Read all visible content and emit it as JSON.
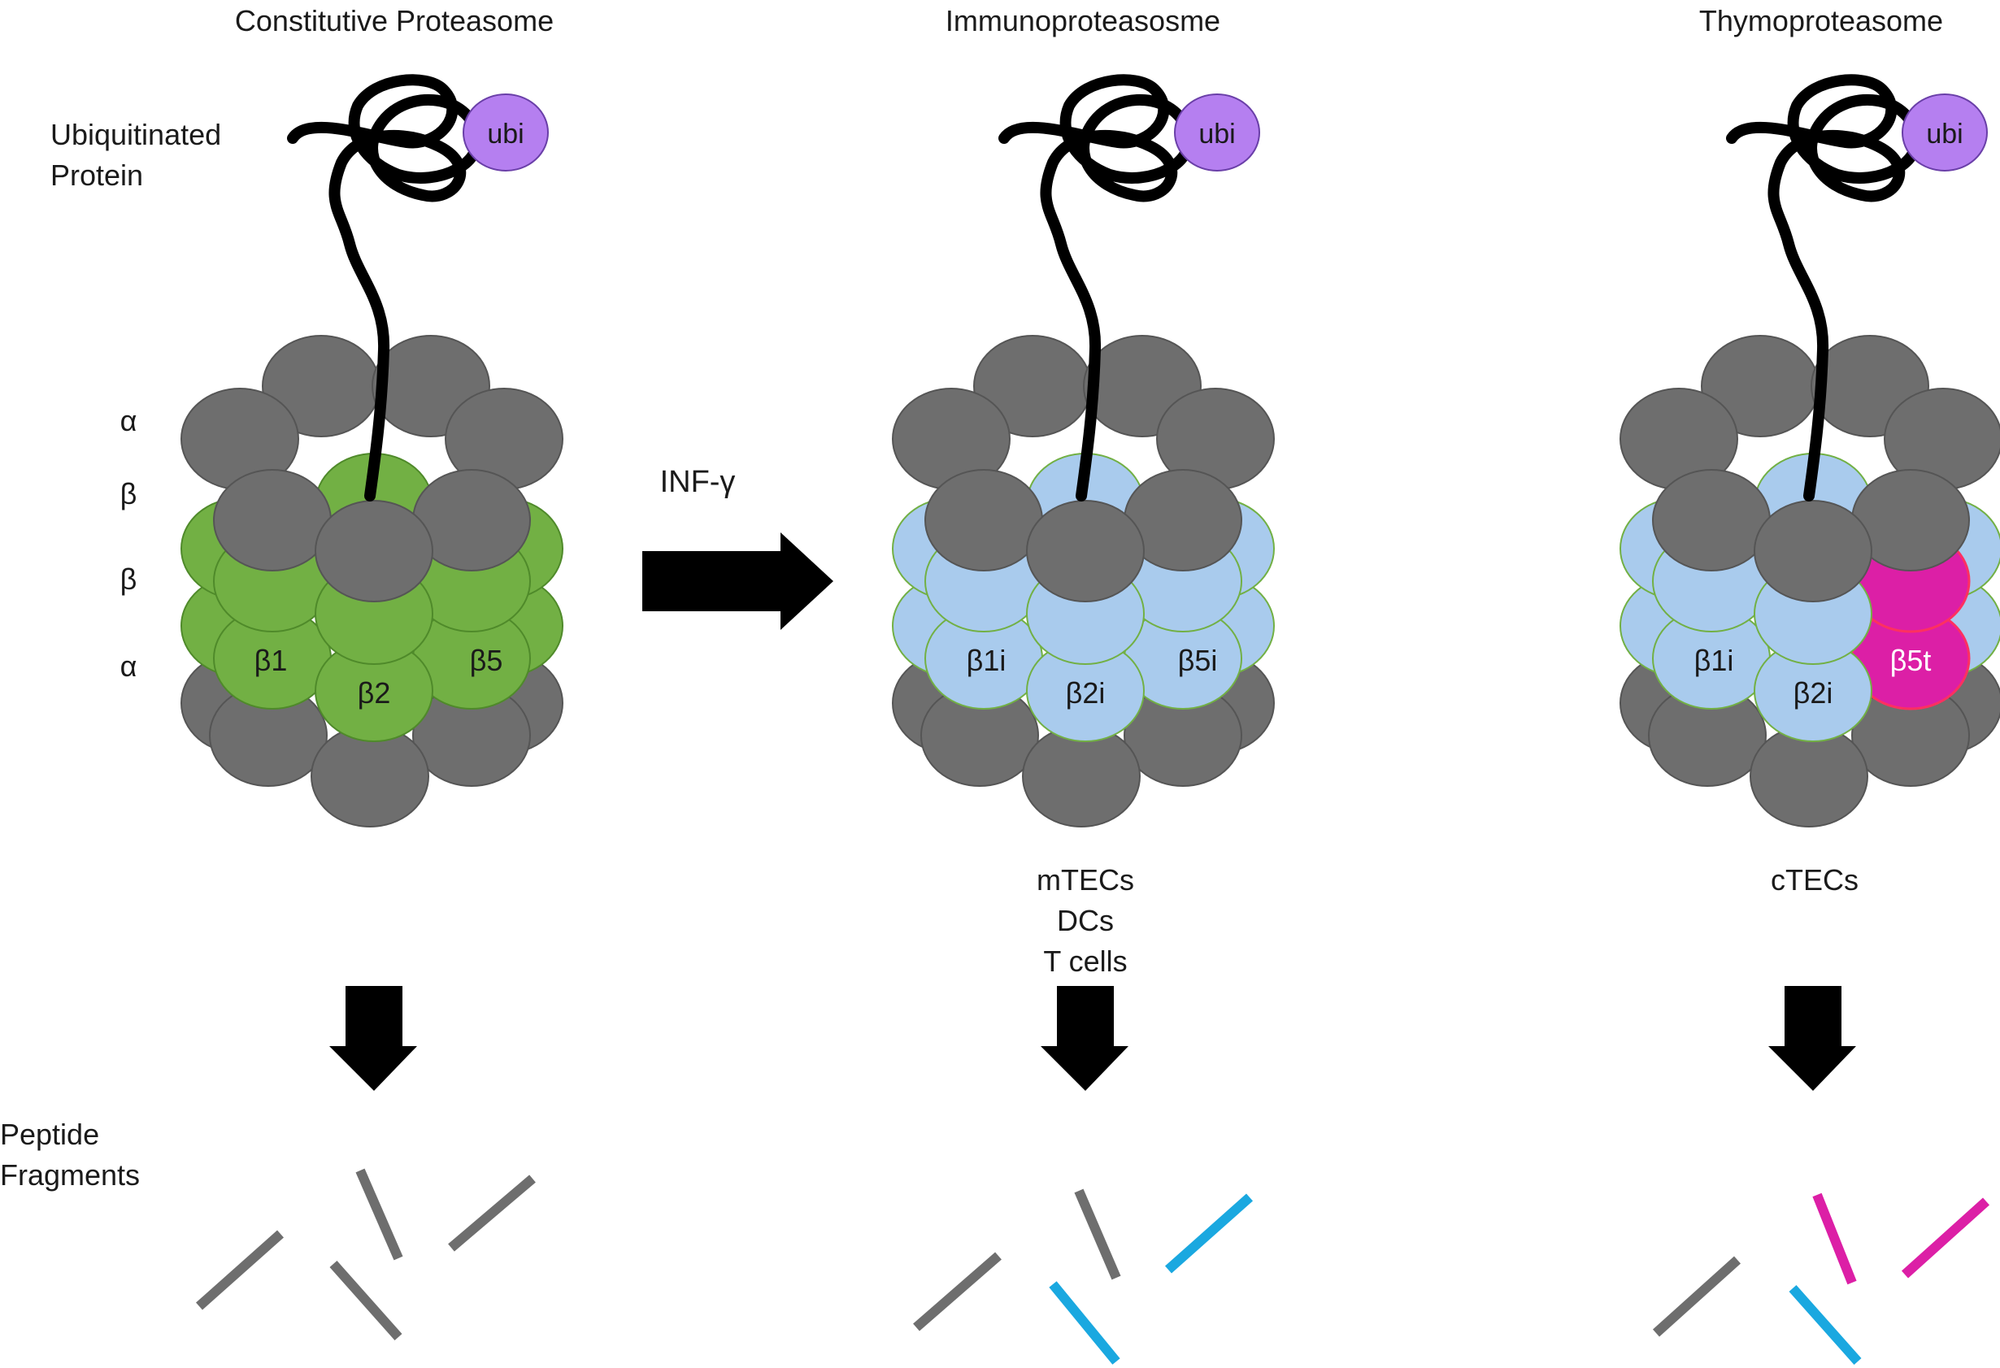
{
  "panels": [
    {
      "title": "Constitutive Proteasome",
      "ubi_label": "ubi",
      "subunit_labels": [
        "β1",
        "β2",
        "β5"
      ],
      "cells": [],
      "fragments": [
        "gray",
        "gray",
        "gray",
        "gray"
      ]
    },
    {
      "title": "Immunoproteasosme",
      "ubi_label": "ubi",
      "subunit_labels": [
        "β1i",
        "β2i",
        "β5i"
      ],
      "cells": [
        "mTECs",
        "DCs",
        "T cells"
      ],
      "fragments": [
        "gray",
        "gray",
        "blue",
        "blue"
      ]
    },
    {
      "title": "Thymoproteasome",
      "ubi_label": "ubi",
      "subunit_labels": [
        "β1i",
        "β2i",
        "β5t"
      ],
      "cells": [
        "cTECs"
      ],
      "fragments": [
        "gray",
        "blue",
        "magenta",
        "magenta"
      ]
    }
  ],
  "labels": {
    "ubiquitinated_line1": "Ubiquitinated",
    "ubiquitinated_line2": "Protein",
    "alpha": "α",
    "beta": "β",
    "peptide_line1": "Peptide",
    "peptide_line2": "Fragments",
    "inducer": "INF-γ"
  },
  "colors": {
    "alpha_ring": "#6e6e6e",
    "beta_constitutive": "#72b044",
    "beta_immuno": "#a9cbed",
    "beta_thymo": "#dc1fa6",
    "ubiquitin": "#b57ff0",
    "fragment_gray": "#6e6e6e",
    "fragment_blue": "#1aa8e0",
    "fragment_magenta": "#dc1fa6"
  }
}
